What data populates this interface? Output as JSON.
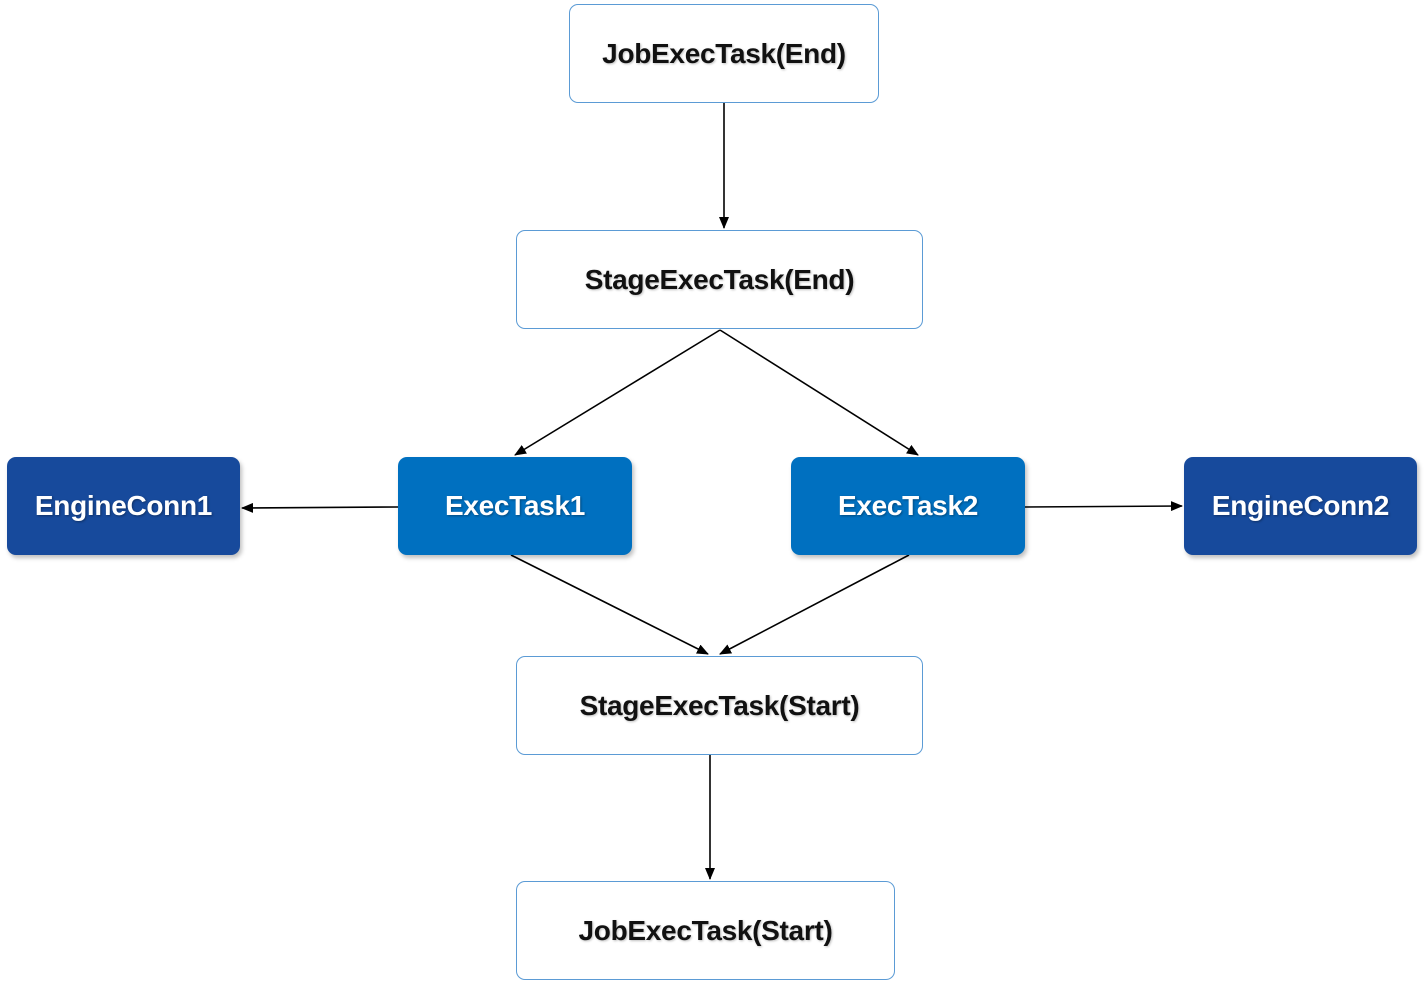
{
  "diagram": {
    "nodes": {
      "job_end": "JobExecTask(End)",
      "stage_end": "StageExecTask(End)",
      "exec_task_1": "ExecTask1",
      "exec_task_2": "ExecTask2",
      "engine_conn_1": "EngineConn1",
      "engine_conn_2": "EngineConn2",
      "stage_start": "StageExecTask(Start)",
      "job_start": "JobExecTask(Start)"
    },
    "edges": [
      {
        "from": "job_end",
        "to": "stage_end"
      },
      {
        "from": "stage_end",
        "to": "exec_task_1"
      },
      {
        "from": "stage_end",
        "to": "exec_task_2"
      },
      {
        "from": "exec_task_1",
        "to": "engine_conn_1"
      },
      {
        "from": "exec_task_2",
        "to": "engine_conn_2"
      },
      {
        "from": "exec_task_1",
        "to": "stage_start"
      },
      {
        "from": "exec_task_2",
        "to": "stage_start"
      },
      {
        "from": "stage_start",
        "to": "job_start"
      }
    ],
    "colors": {
      "light_border": "#5b9bd5",
      "exec_fill": "#0070c0",
      "engine_fill": "#174a9c",
      "arrow": "#000000"
    }
  }
}
